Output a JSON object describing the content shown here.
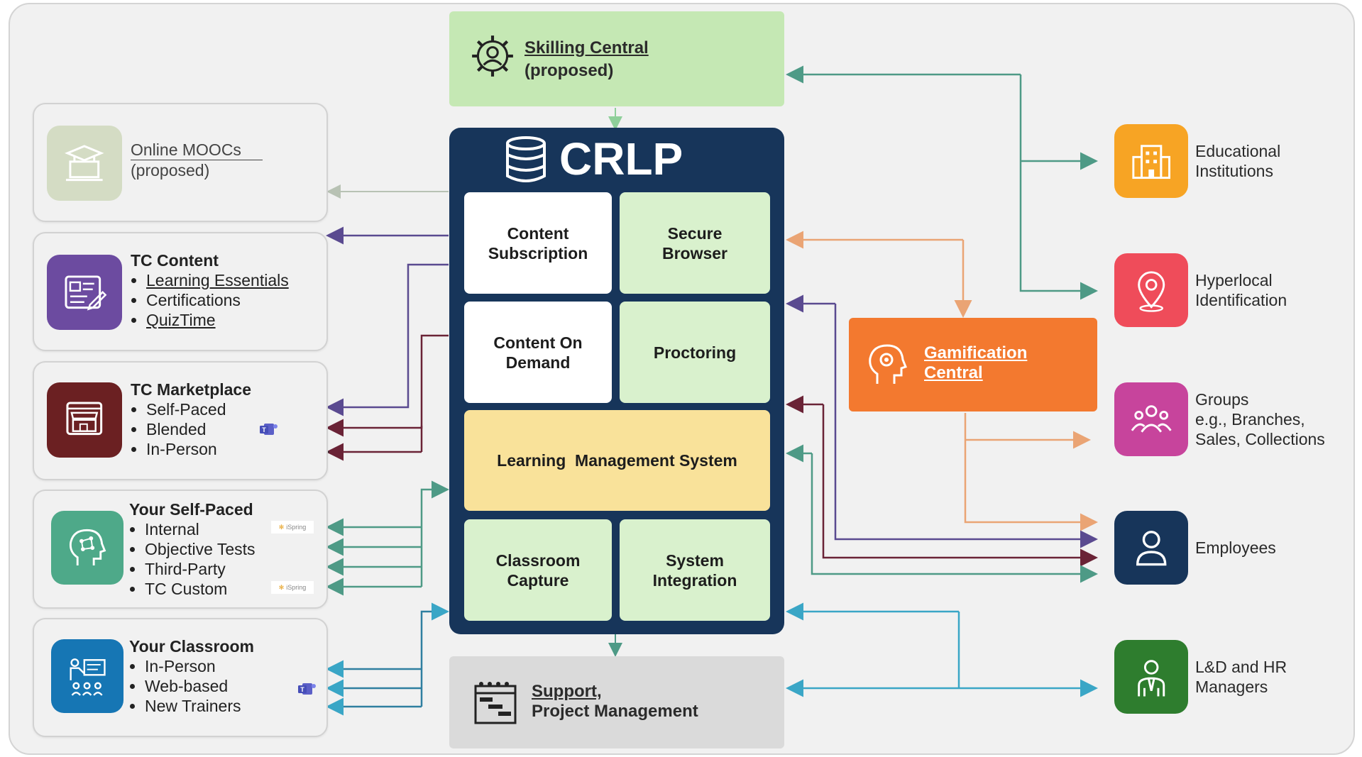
{
  "skilling": {
    "line1": "Skilling Central",
    "line2": "(proposed)"
  },
  "crlp": {
    "title": "CRLP",
    "modules": {
      "content_subscription": "Content Subscription",
      "secure_browser": "Secure Browser",
      "content_on_demand": "Content On Demand",
      "proctoring": "Proctoring",
      "lms": "Learning  Management System",
      "classroom_capture": "Classroom Capture",
      "system_integration": "System Integration"
    }
  },
  "support": {
    "line1": "Support,",
    "line2": "Project Management"
  },
  "gamification": {
    "line1": "Gamification",
    "line2": "Central"
  },
  "left_cards": {
    "moocs": {
      "line1": "Online MOOCs",
      "line2": "(proposed)"
    },
    "tc_content": {
      "title": "TC Content",
      "items": [
        "Learning Essentials",
        "Certifications",
        "QuizTime"
      ]
    },
    "tc_marketplace": {
      "title": "TC Marketplace",
      "items": [
        "Self-Paced",
        "Blended",
        "In-Person"
      ]
    },
    "self_paced": {
      "title": "Your Self-Paced",
      "items": [
        "Internal",
        "Objective Tests",
        "Third-Party",
        "TC Custom"
      ],
      "badge": "iSpring"
    },
    "classroom": {
      "title": "Your Classroom",
      "items": [
        "In-Person",
        "Web-based",
        "New Trainers"
      ]
    }
  },
  "right_items": {
    "educational": "Educational Institutions",
    "hyperlocal": "Hyperlocal Identification",
    "groups": [
      "Groups",
      "e.g., Branches,",
      "Sales, Collections"
    ],
    "employees": "Employees",
    "ld_hr": [
      "L&D and HR",
      "Managers"
    ]
  },
  "colors": {
    "crlp_navy": "#17355a",
    "green_box": "#c5e8b4",
    "module_green": "#d9f1cd",
    "lms_yellow": "#f9e29a",
    "gamification_orange": "#f3792f",
    "arrow_teal": "#4e9a86",
    "arrow_purple": "#5a4a90",
    "arrow_maroon": "#6a2336",
    "arrow_cyan": "#3aa6c6",
    "arrow_orange": "#eaa474"
  },
  "icons": {
    "skilling": "gear-person-icon",
    "crlp": "database-icon",
    "moocs": "graduation-laptop-icon",
    "tc_content": "document-edit-icon",
    "tc_marketplace": "storefront-icon",
    "self_paced": "head-network-icon",
    "classroom": "classroom-presenter-icon",
    "support": "gantt-chart-icon",
    "gamification": "head-gear-icon",
    "educational": "building-icon",
    "hyperlocal": "location-pin-icon",
    "groups": "group-people-icon",
    "employees": "person-icon",
    "ld_hr": "manager-icon",
    "teams": "teams-icon"
  }
}
